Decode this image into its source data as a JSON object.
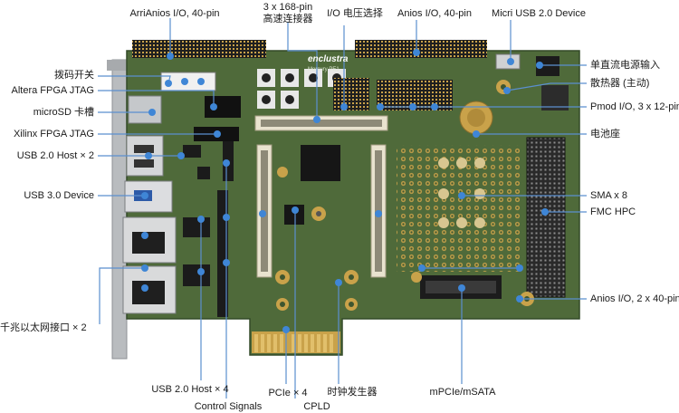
{
  "board": {
    "brand": "enclustra",
    "brand_sub": "Mercury PE1"
  },
  "labels": {
    "arrianios_io": "ArriAnios I/O, 40-pin",
    "conn_168": "3 x 168-pin",
    "conn_168_cn": "高速连接器",
    "io_voltage": "I/O 电压选择",
    "anios_io_top": "Anios I/O, 40-pin",
    "micro_usb": "Micri USB 2.0 Device",
    "dip_switch": "拨码开关",
    "altera_jtag": "Altera FPGA JTAG",
    "microsd": "microSD 卡槽",
    "xilinx_jtag": "Xilinx FPGA JTAG",
    "usb2_host2": "USB 2.0 Host × 2",
    "usb3_device": "USB 3.0 Device",
    "gbe": "千兆以太网接口 × 2",
    "dc_input": "单直流电源输入",
    "heatsink": "散热器 (主动)",
    "pmod": "Pmod I/O, 3 x 12-pin",
    "battery": "电池座",
    "sma": "SMA x 8",
    "fmc": "FMC HPC",
    "anios_io_bottom": "Anios I/O, 2 x 40-pin",
    "usb2_host4": "USB 2.0 Host × 4",
    "control_signals": "Control Signals",
    "pcie": "PCIe × 4",
    "cpld": "CPLD",
    "clock_gen": "时钟发生器",
    "mpcie": "mPCIe/mSATA"
  },
  "colors": {
    "pcb": "#4f6a3a",
    "pcb_dark": "#3d5530",
    "leader": "#5b8fcf",
    "dot": "#3f86d6",
    "gold": "#c9a24a",
    "bracket": "#b9bcbf"
  }
}
